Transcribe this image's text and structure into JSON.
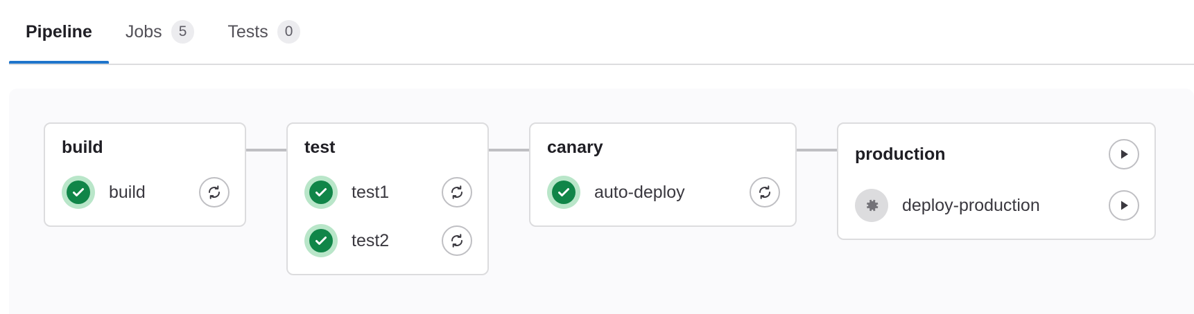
{
  "tabs": [
    {
      "label": "Pipeline",
      "badge": null,
      "active": true
    },
    {
      "label": "Jobs",
      "badge": "5",
      "active": false
    },
    {
      "label": "Tests",
      "badge": "0",
      "active": false
    }
  ],
  "colors": {
    "accent": "#1f75cb",
    "success": "#108548",
    "success_halo": "#b9e6c9",
    "manual": "#737278",
    "manual_halo": "#dcdcde",
    "canvas_bg": "#fafafc",
    "card_border": "#dcdcde",
    "connector": "#bfbfc3"
  },
  "pipeline": {
    "stages": [
      {
        "name": "build",
        "header_action": null,
        "jobs": [
          {
            "name": "build",
            "status": "success",
            "status_icon": "check-circle-icon",
            "action": "retry",
            "action_icon": "retry-icon"
          }
        ]
      },
      {
        "name": "test",
        "header_action": null,
        "jobs": [
          {
            "name": "test1",
            "status": "success",
            "status_icon": "check-circle-icon",
            "action": "retry",
            "action_icon": "retry-icon"
          },
          {
            "name": "test2",
            "status": "success",
            "status_icon": "check-circle-icon",
            "action": "retry",
            "action_icon": "retry-icon"
          }
        ]
      },
      {
        "name": "canary",
        "header_action": null,
        "jobs": [
          {
            "name": "auto-deploy",
            "status": "success",
            "status_icon": "check-circle-icon",
            "action": "retry",
            "action_icon": "retry-icon"
          }
        ]
      },
      {
        "name": "production",
        "header_action": "play",
        "header_action_icon": "play-icon",
        "jobs": [
          {
            "name": "deploy-production",
            "status": "manual",
            "status_icon": "gear-circle-icon",
            "action": "play",
            "action_icon": "play-icon"
          }
        ]
      }
    ]
  }
}
